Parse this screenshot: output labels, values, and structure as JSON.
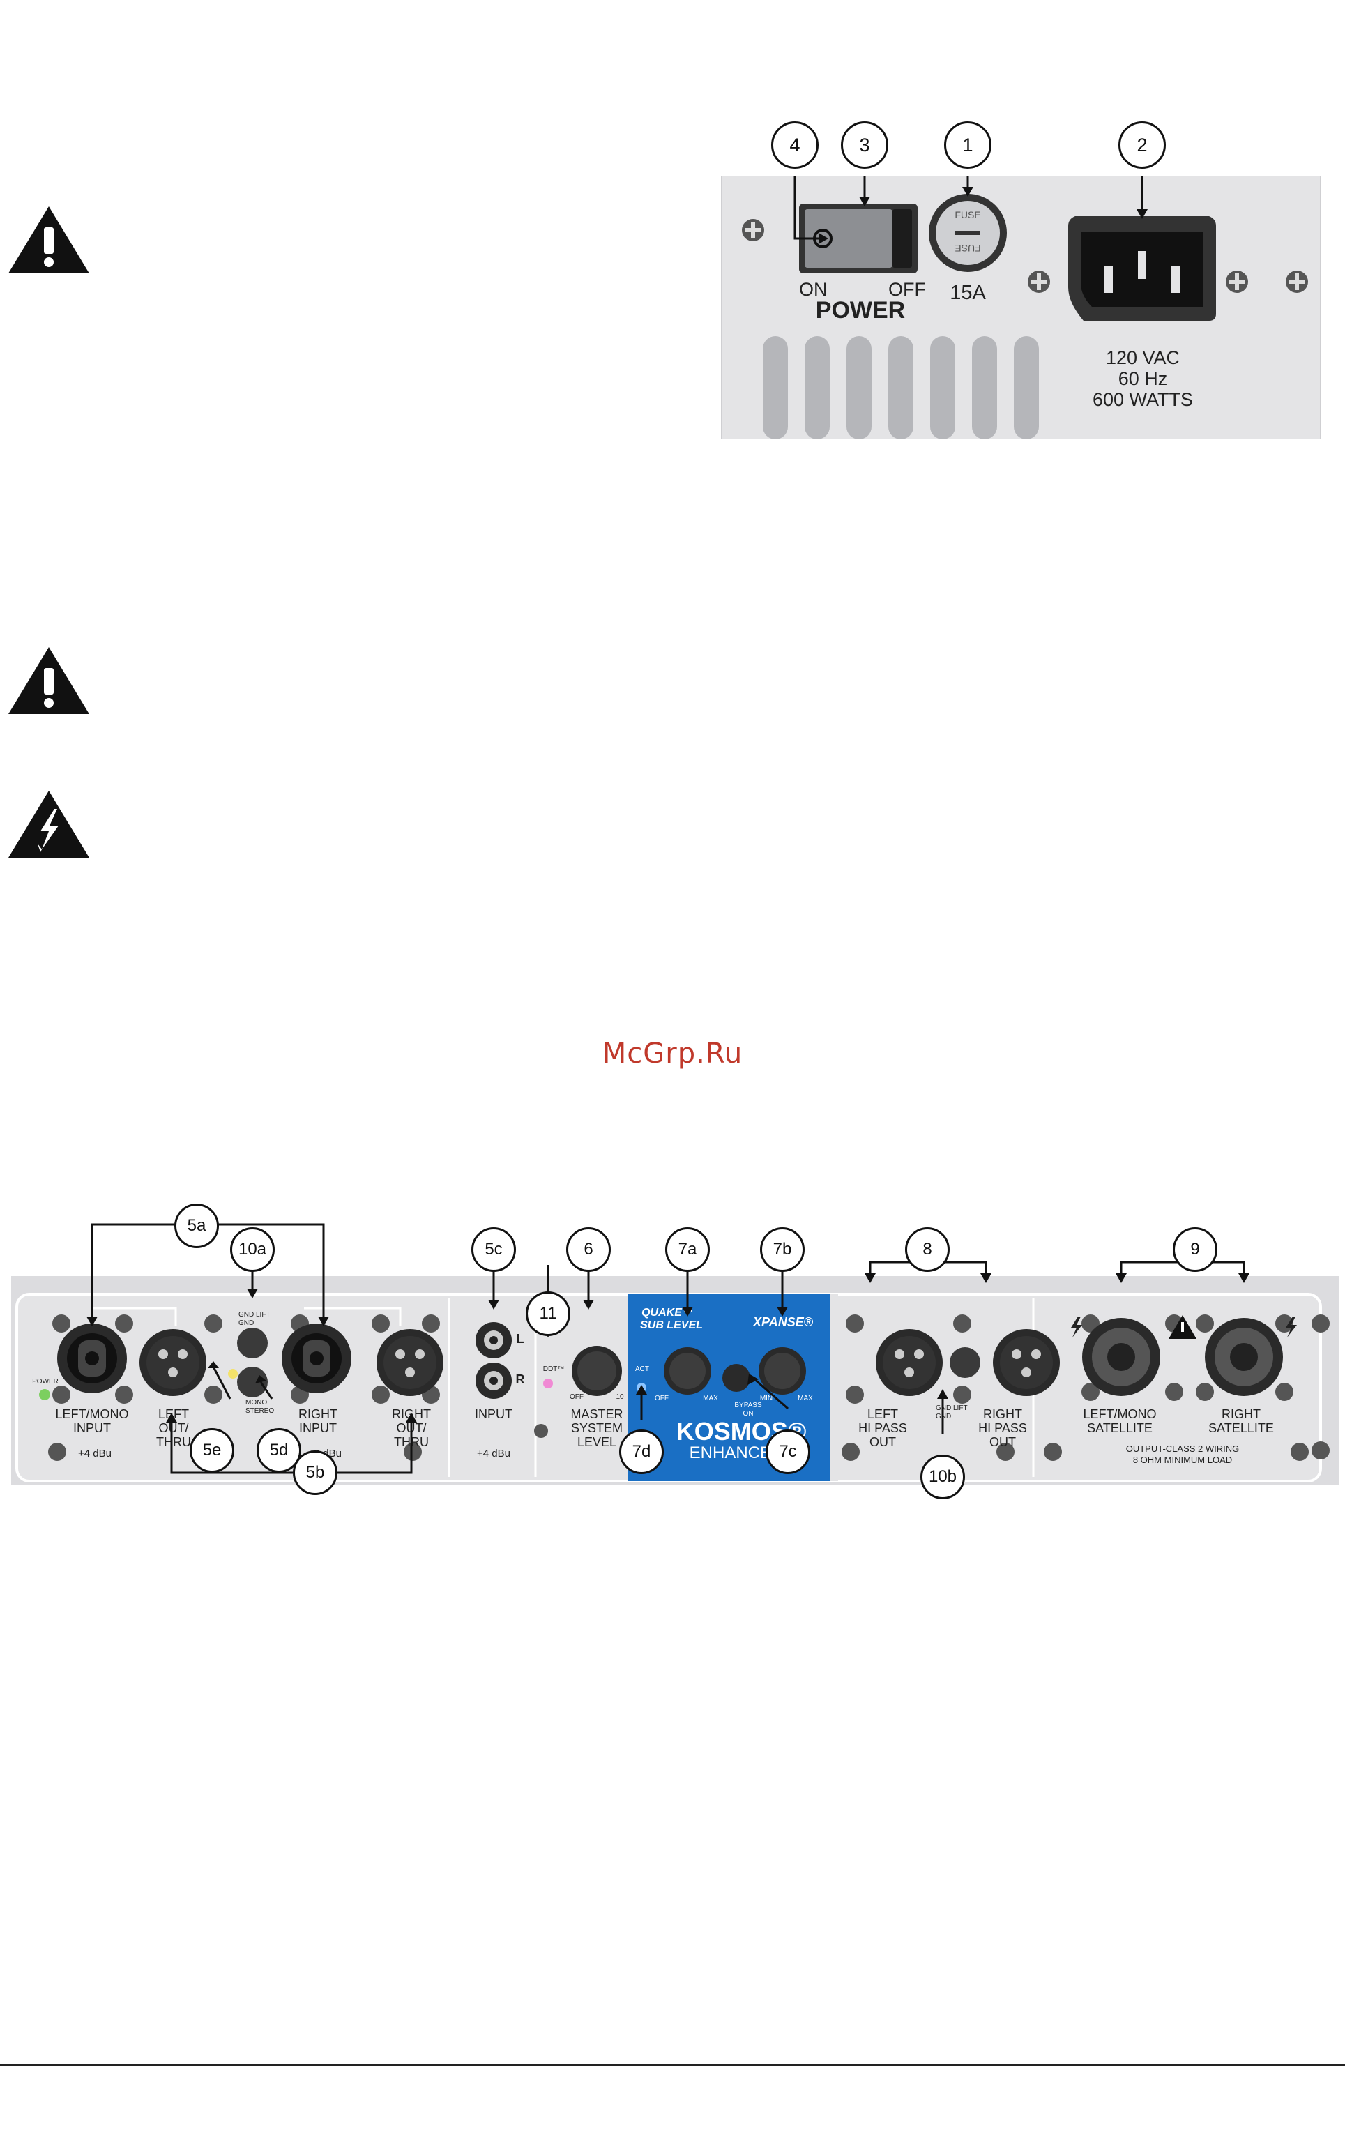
{
  "watermark": "McGrp.Ru",
  "power_panel": {
    "callouts": [
      "4",
      "3",
      "1",
      "2"
    ],
    "switch_on": "ON",
    "switch_off": "OFF",
    "power_label": "POWER",
    "fuse_text_top": "FUSE",
    "fuse_text_bottom": "FUSE",
    "fuse_rating": "15A",
    "voltage": "120 VAC",
    "frequency": "60 Hz",
    "wattage": "600 WATTS"
  },
  "rear_panel": {
    "callouts": {
      "c5a": "5a",
      "c10a": "10a",
      "c5c": "5c",
      "c6": "6",
      "c7a": "7a",
      "c7b": "7b",
      "c8": "8",
      "c9": "9",
      "c11": "11",
      "c5e": "5e",
      "c5d": "5d",
      "c5b": "5b",
      "c7d": "7d",
      "c7c": "7c",
      "c10b": "10b"
    },
    "power_led": "POWER",
    "left_mono_input": [
      "LEFT/MONO",
      "INPUT"
    ],
    "left_thru": [
      "LEFT",
      "OUT/",
      "THRU"
    ],
    "right_input": [
      "RIGHT",
      "INPUT"
    ],
    "right_thru": [
      "RIGHT",
      "OUT/",
      "THRU"
    ],
    "level_a": "+4 dBu",
    "level_b": "+4 dBu",
    "level_c": "+4 dBu",
    "gnd_lift_top": "GND LIFT",
    "gnd_top": "GND",
    "mono": "MONO",
    "stereo": "STEREO",
    "rca_input": "INPUT",
    "rca_l": "L",
    "rca_r": "R",
    "ddt": "DDT™",
    "master": [
      "MASTER",
      "SYSTEM",
      "LEVEL"
    ],
    "knob_off": "OFF",
    "knob_10": "10",
    "kosmos": {
      "quake": "QUAKE™",
      "sub_level": "SUB LEVEL",
      "xpanse": "XPANSE®",
      "act": "ACT",
      "off": "OFF",
      "max": "MAX",
      "min": "MIN",
      "max2": "MAX",
      "bypass": "BYPASS",
      "on": "ON",
      "brand": "KOSMOS®",
      "enhancer": "ENHANCER"
    },
    "left_hipass": [
      "LEFT",
      "HI PASS",
      "OUT"
    ],
    "right_hipass": [
      "RIGHT",
      "HI PASS",
      "OUT"
    ],
    "gnd_lift_b": "GND LIFT",
    "gnd_b": "GND",
    "left_mono_sat": [
      "LEFT/MONO",
      "SATELLITE"
    ],
    "right_sat": [
      "RIGHT",
      "SATELLITE"
    ],
    "output_note": [
      "OUTPUT-CLASS 2 WIRING",
      "8 OHM MINIMUM LOAD"
    ]
  },
  "colors": {
    "panel": "#e4e4e6",
    "kosmos_blue": "#1a6fc4",
    "callout_stroke": "#111111",
    "watermark": "#c0392b"
  }
}
